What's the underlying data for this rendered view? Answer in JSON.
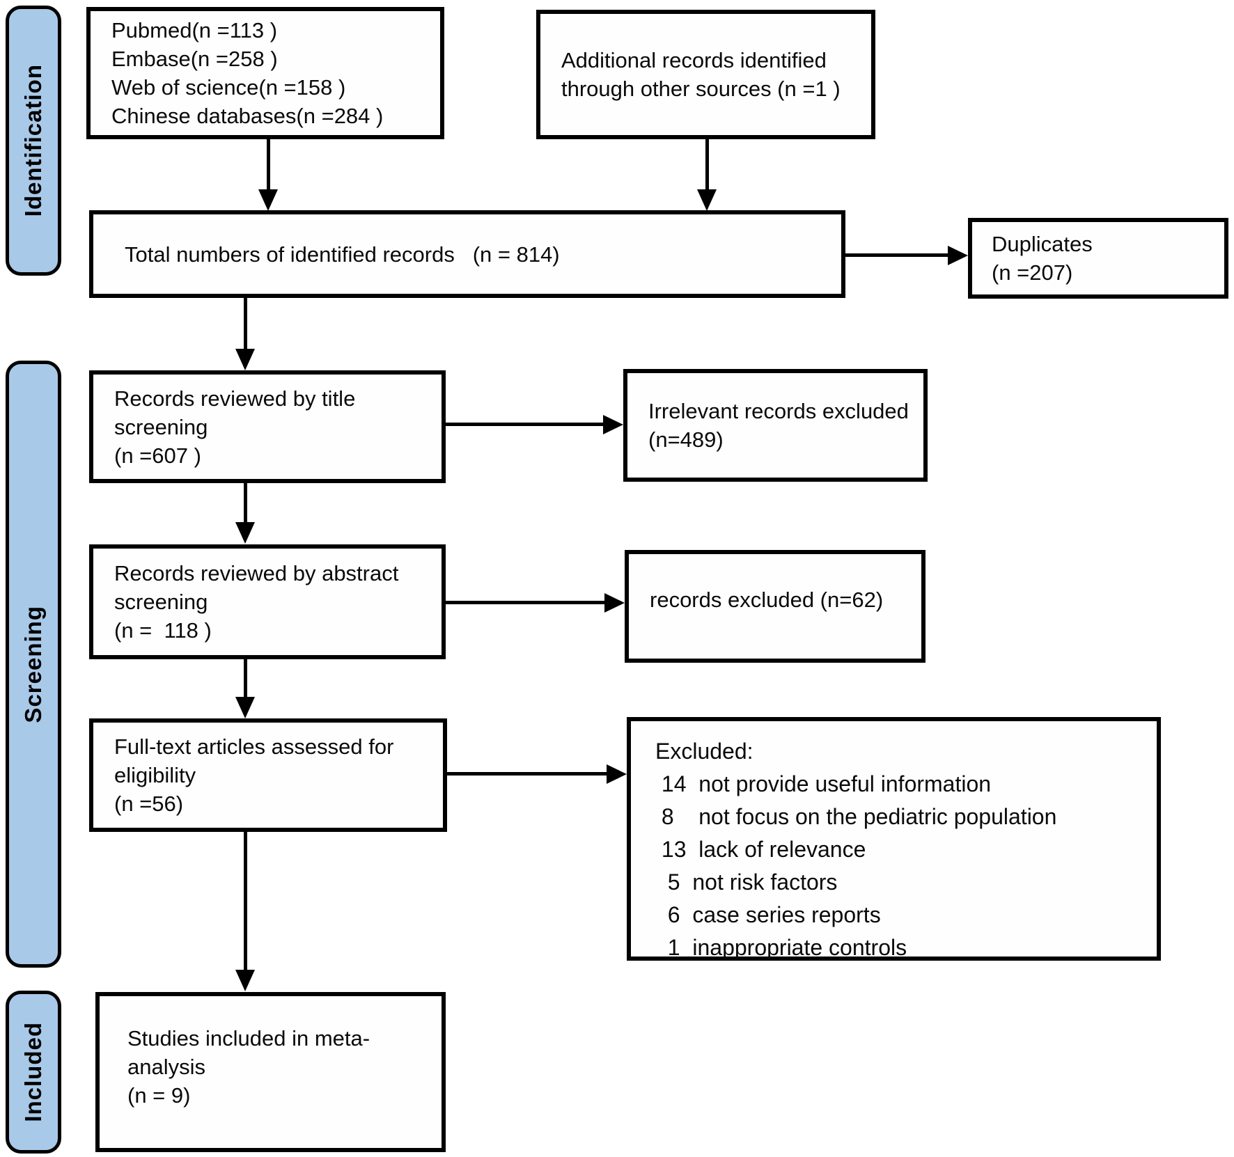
{
  "figure": {
    "kind": "prisma-flow-diagram",
    "description": "Study selection flow chart for a meta-analysis"
  },
  "colors": {
    "sidebar_fill": "#a9c9e9",
    "line": "#000000",
    "box_fill": "#fefefe",
    "background": "#ffffff"
  },
  "sidebar": {
    "identification": "Identification",
    "screening": "Screening",
    "included": "Included"
  },
  "boxes": {
    "sources": {
      "text": "Pubmed(n =113 )\nEmbase(n =258 )\nWeb of science(n =158 )\nChinese databases(n =284 )"
    },
    "additional": {
      "text": "Additional records identified\nthrough other sources (n =1 )"
    },
    "total": {
      "text": "Total numbers of identified records   (n = 814)"
    },
    "duplicates": {
      "text": "Duplicates\n(n =207)"
    },
    "title_screening": {
      "text": "Records reviewed by title\nscreening\n(n =607 )"
    },
    "irrelevant_excluded": {
      "text": "Irrelevant records excluded\n(n=489)"
    },
    "abstract_screening": {
      "text": "Records reviewed by abstract\nscreening\n(n =  118 )"
    },
    "records_excluded": {
      "text": "records excluded (n=62)"
    },
    "fulltext": {
      "text": "Full-text articles assessed for\neligibility\n(n =56)"
    },
    "excluded_reasons": {
      "text": "Excluded:\n 14  not provide useful information\n 8    not focus on the pediatric population\n 13  lack of relevance\n  5  not risk factors\n  6  case series reports\n  1  inappropriate controls"
    },
    "included_studies": {
      "text": "Studies included in meta-\nanalysis\n(n = 9)"
    }
  }
}
